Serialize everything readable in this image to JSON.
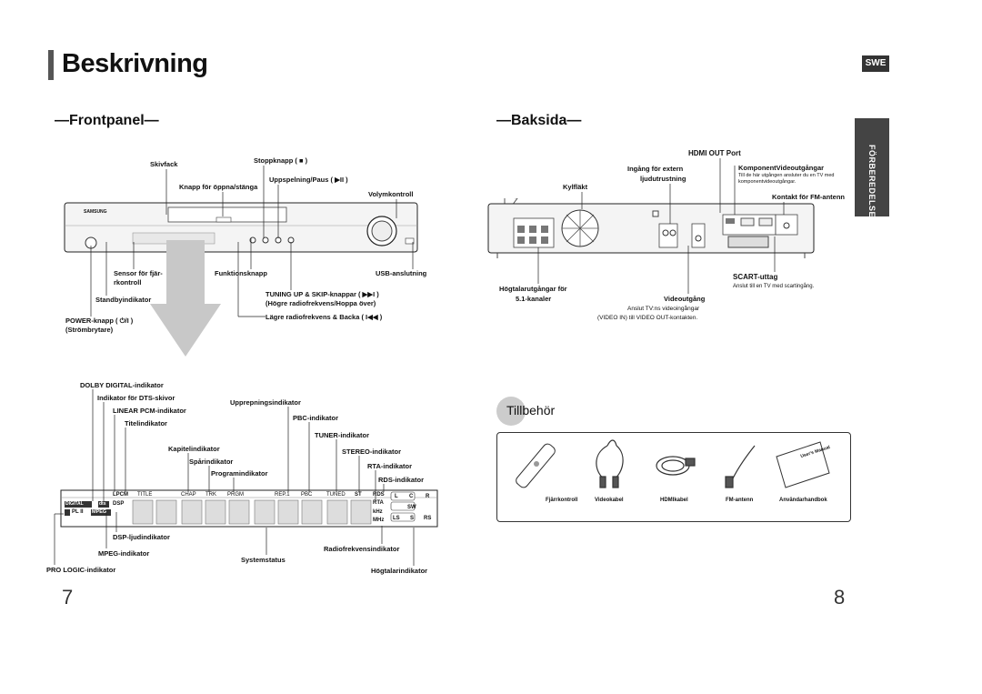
{
  "header": {
    "title": "Beskrivning",
    "lang_badge": "SWE"
  },
  "side_tab": {
    "label": "FÖRBEREDELSE"
  },
  "front": {
    "heading": "—Frontpanel—",
    "logo": "SAMSUNG",
    "labels": {
      "skivfack": "Skivfack",
      "stoppknapp": "Stoppknapp ( ■ )",
      "uppspelning": "Uppspelning/Paus ( ▶II )",
      "knapp_oppna": "Knapp för öppna/stänga",
      "volymkontroll": "Volymkontroll",
      "sensor_1": "Sensor för fjär-",
      "sensor_2": "rkontroll",
      "funktionsknapp": "Funktionsknapp",
      "usb": "USB-anslutning",
      "standby": "Standbyindikator",
      "tuning_1": "TUNING UP & SKIP-knappar ( ▶▶I )",
      "tuning_2": "(Högre radiofrekvens/Hoppa över)",
      "power_1": "POWER-knapp ( ⏻/I )",
      "power_2": "(Strömbrytare)",
      "lagre": "Lägre radiofrekvens & Backa ( I◀◀ )"
    }
  },
  "back": {
    "heading": "—Baksida—",
    "labels": {
      "hdmi_out": "HDMI OUT Port",
      "ingang_1": "Ingång för extern",
      "ingang_2": "ljudutrustning",
      "komponent": "KomponentVideoutgångar",
      "komponent_note_1": "Till de här utgången ansluter du en TV med",
      "komponent_note_2": "komponentvideoutgångar.",
      "kylflakt": "Kylfläkt",
      "fm": "Kontakt för FM-antenn",
      "scart": "SCART-uttag",
      "scart_note": "Anslut till en TV med scartingång.",
      "hogtalar_1": "Högtalarutgångar för",
      "hogtalar_2": "5.1-kanaler",
      "videoutgang": "Videoutgång",
      "video_note_1": "Anslut TV:ns videoingångar",
      "video_note_2": "(VIDEO IN) till VIDEO OUT-kontakten."
    }
  },
  "display": {
    "labels": {
      "dolby": "DOLBY DIGITAL-indikator",
      "dts": "Indikator för DTS-skivor",
      "lpcm": "LINEAR PCM-indikator",
      "titel": "Titelindikator",
      "upprep": "Upprepningsindikator",
      "pbc": "PBC-indikator",
      "tuner": "TUNER-indikator",
      "kapitel": "Kapitelindikator",
      "stereo": "STEREO-indikator",
      "spar": "Spårindikator",
      "rta": "RTA-indikator",
      "program": "Programindikator",
      "rds": "RDS-indikator",
      "dsp": "DSP-ljudindikator",
      "radiofrekvens": "Radiofrekvensindikator",
      "mpeg": "MPEG-indikator",
      "systemstatus": "Systemstatus",
      "prologic": "PRO LOGIC-indikator",
      "hogtalarind": "Högtalarindikator"
    },
    "panel": {
      "lpcm": "LPCM",
      "title": "TITLE",
      "chap": "CHAP",
      "trk": "TRK",
      "prgm": "PRGM",
      "rep": "REP.1",
      "pbc": "PBC",
      "tuned": "TUNED",
      "st": "ST",
      "rds": "RDS",
      "rta": "RTA",
      "khz": "kHz",
      "mhz": "MHz",
      "digital": "DIGITAL",
      "dts": "dts",
      "dsp": "DSP",
      "pl": "PL II",
      "mpeg": "MPEG",
      "spk_l": "L",
      "spk_c": "C",
      "spk_r": "R",
      "spk_sw": "SW",
      "spk_ls": "LS",
      "spk_s": "S",
      "spk_rs": "RS"
    }
  },
  "accessories": {
    "heading": "Tillbehör",
    "items": [
      "Fjärrkontroll",
      "Videokabel",
      "HDMIkabel",
      "FM-antenn",
      "Användarhandbok"
    ],
    "manual_text": "User's Manual"
  },
  "pages": {
    "left": "7",
    "right": "8"
  }
}
